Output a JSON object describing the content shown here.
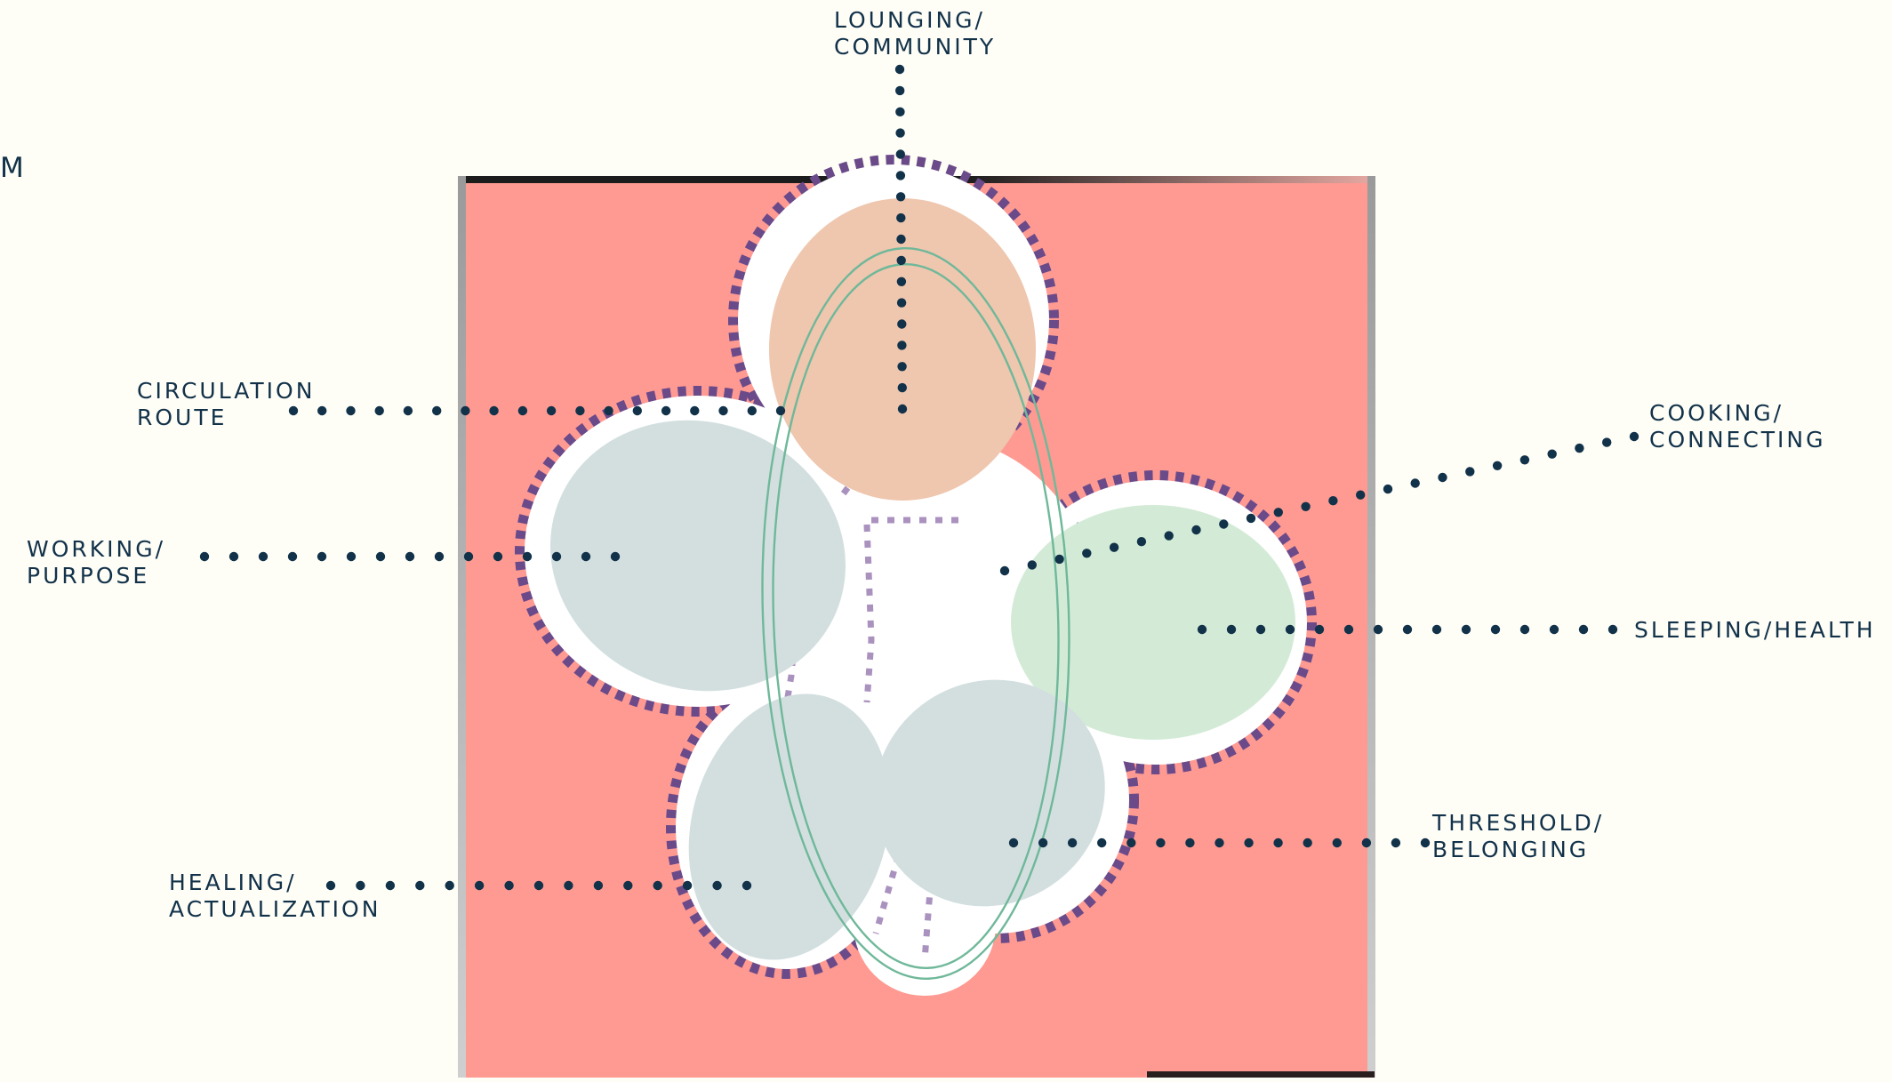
{
  "page": {
    "edge_fragment": "M"
  },
  "labels": {
    "lounging": {
      "line1": "LOUNGING/",
      "line2": "COMMUNITY"
    },
    "circulation": {
      "line1": "CIRCULATION",
      "line2": "ROUTE"
    },
    "working": {
      "line1": "WORKING/",
      "line2": "PURPOSE"
    },
    "healing": {
      "line1": "HEALING/",
      "line2": "ACTUALIZATION"
    },
    "cooking": {
      "line1": "COOKING/",
      "line2": "CONNECTING"
    },
    "sleeping": {
      "line1": "SLEEPING/HEALTH"
    },
    "threshold": {
      "line1": "THRESHOLD/",
      "line2": "BELONGING"
    }
  },
  "colors": {
    "background": "#FEFDF6",
    "site": "#FE9A92",
    "blob": "#FFFFFF",
    "blob_edge": "#6B4A8A",
    "lounging_zone": "#EFC6AE",
    "working_zone": "#D3DFDF",
    "cooking_sleeping_zone": "#D3EBD6",
    "healing_zone": "#D3DFDF",
    "threshold_zone": "#D3DFDF",
    "circulation_ring": "#6FB89A",
    "leader_dots": "#12324A",
    "label_text": "#12324A"
  }
}
